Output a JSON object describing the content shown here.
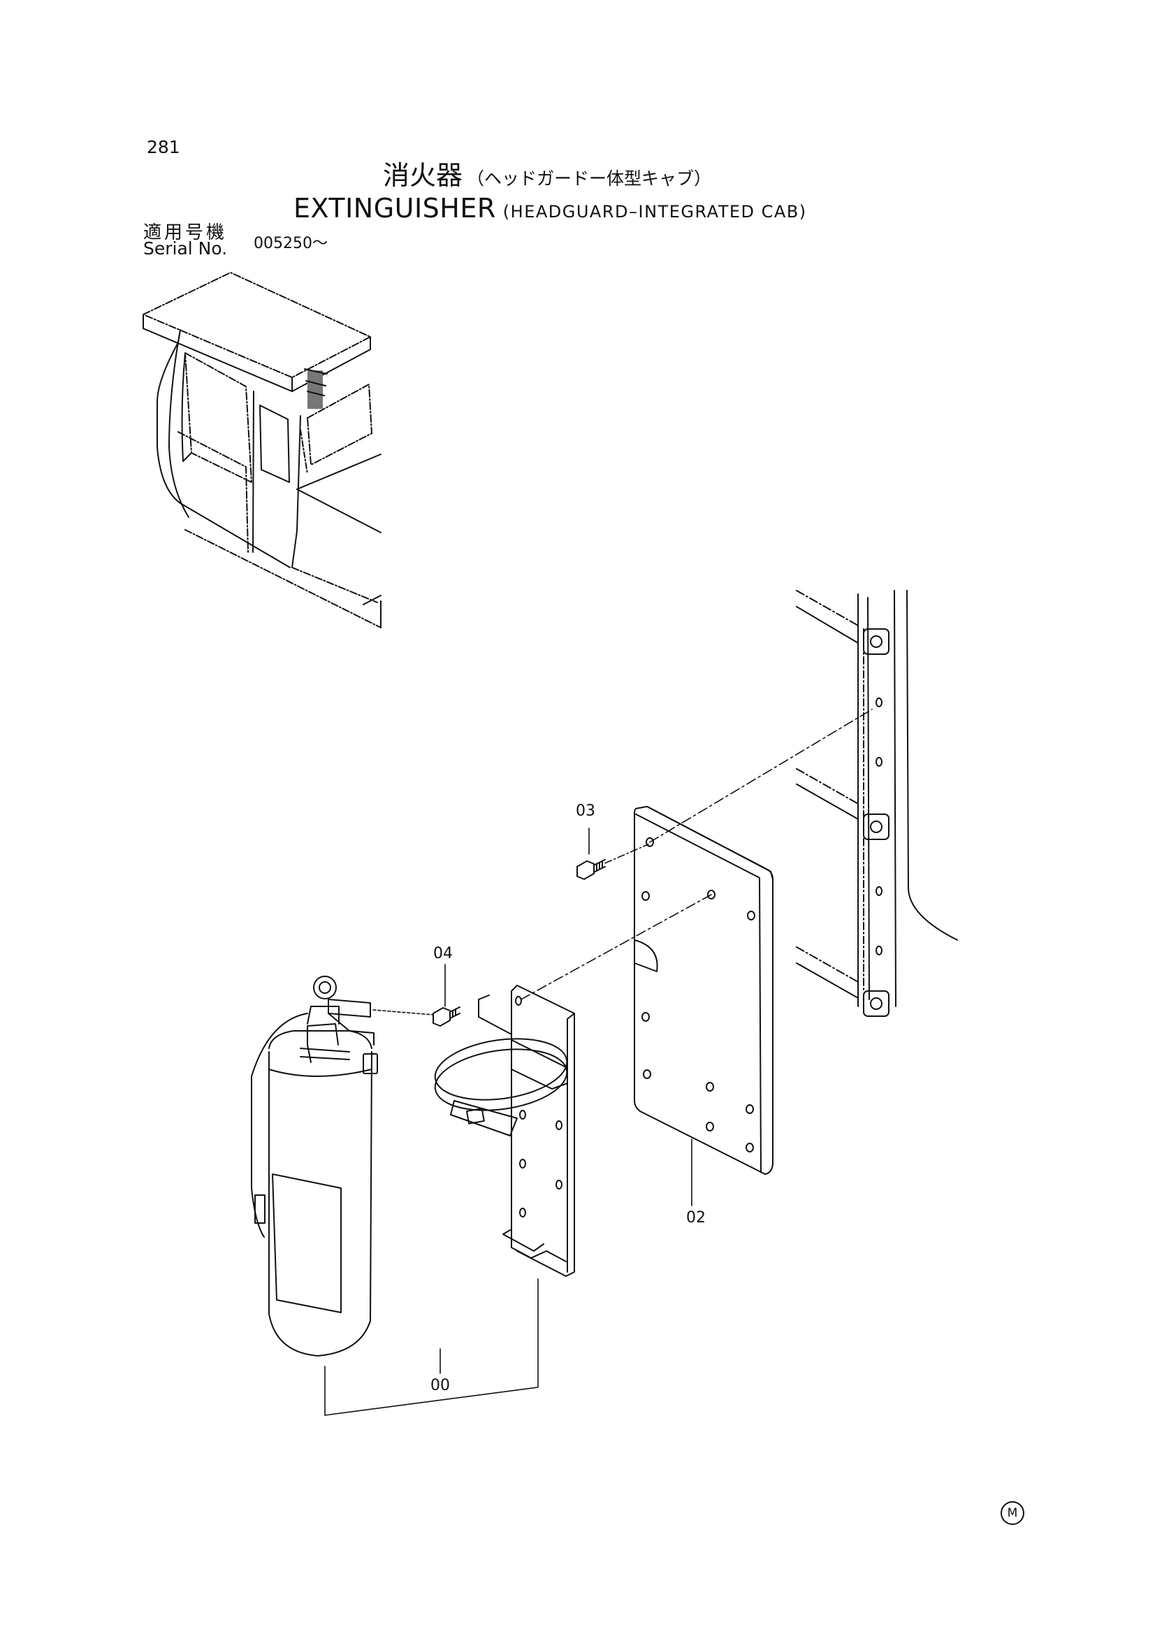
{
  "header": {
    "page_number": "281",
    "title_jp": "消火器",
    "title_jp_sub": "（ヘッドガードー体型キャブ）",
    "title_en": "EXTINGUISHER",
    "title_en_sub": "(HEADGUARD–INTEGRATED CAB)",
    "serial_label_jp": "適用号機",
    "serial_label_en": "Serial No.",
    "serial_value": "005250～"
  },
  "callouts": {
    "c03": "03",
    "c04": "04",
    "c02": "02",
    "c00": "00"
  },
  "footer": {
    "mark": "M"
  }
}
